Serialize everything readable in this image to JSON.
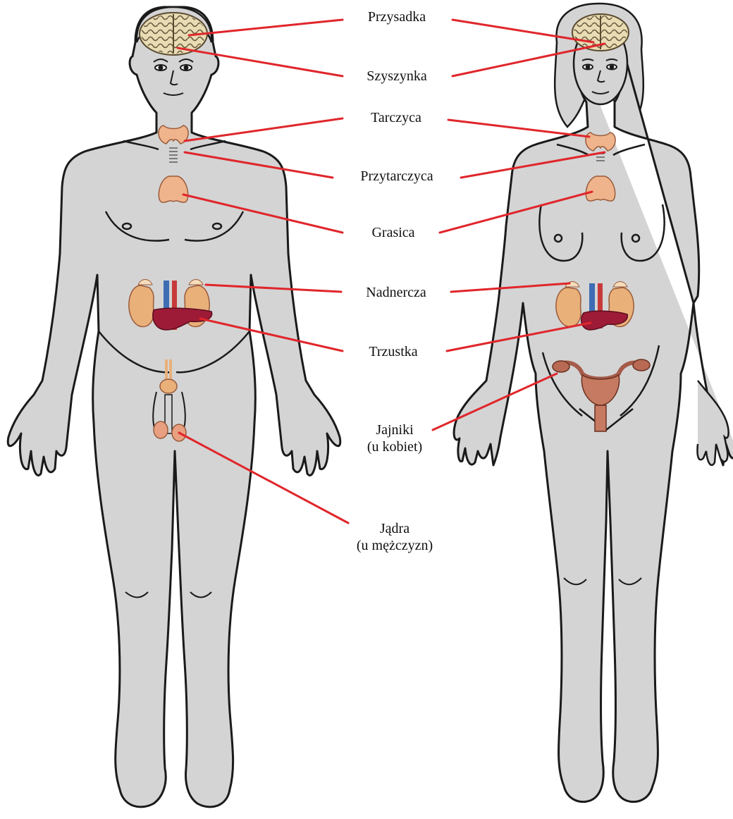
{
  "colors": {
    "background": "#ffffff",
    "body_fill": "#d4d4d4",
    "outline": "#1a1a1a",
    "leader_line": "#e0262b",
    "brain": "#e8dcb4",
    "gland": "#f0b48c",
    "kidney": "#e9b07a",
    "pancreas": "#9e1b37",
    "vessel_blue": "#3f6db5",
    "vessel_red": "#c83a3a",
    "uterus": "#a65b4a"
  },
  "figures": {
    "male": {
      "icon": "male-figure-icon"
    },
    "female": {
      "icon": "female-figure-icon"
    }
  },
  "labels": {
    "pituitary": "Przysadka",
    "pineal": "Szyszynka",
    "thyroid": "Tarczyca",
    "parathyroid": "Przytarczyca",
    "thymus": "Grasica",
    "adrenal": "Nadnercza",
    "pancreas": "Trzustka",
    "ovaries_line1": "Jajniki",
    "ovaries_line2": "(u kobiet)",
    "testes_line1": "Jądra",
    "testes_line2": "(u mężczyzn)"
  }
}
